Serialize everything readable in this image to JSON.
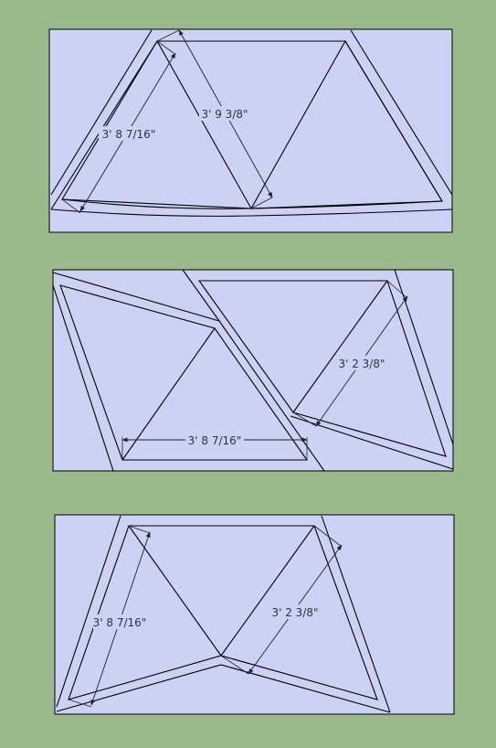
{
  "panels": [
    {
      "dimensions": [
        {
          "label": "3' 8 7/16\""
        },
        {
          "label": "3' 9 3/8\""
        }
      ]
    },
    {
      "dimensions": [
        {
          "label": "3' 8 7/16\""
        },
        {
          "label": "3' 2 3/8\""
        }
      ]
    },
    {
      "dimensions": [
        {
          "label": "3' 8 7/16\""
        },
        {
          "label": "3' 2 3/8\""
        }
      ]
    }
  ],
  "colors": {
    "background": "#9aba8c",
    "panel_fill": "#cbd2f4",
    "line": "#000000",
    "label_text": "#333333"
  }
}
